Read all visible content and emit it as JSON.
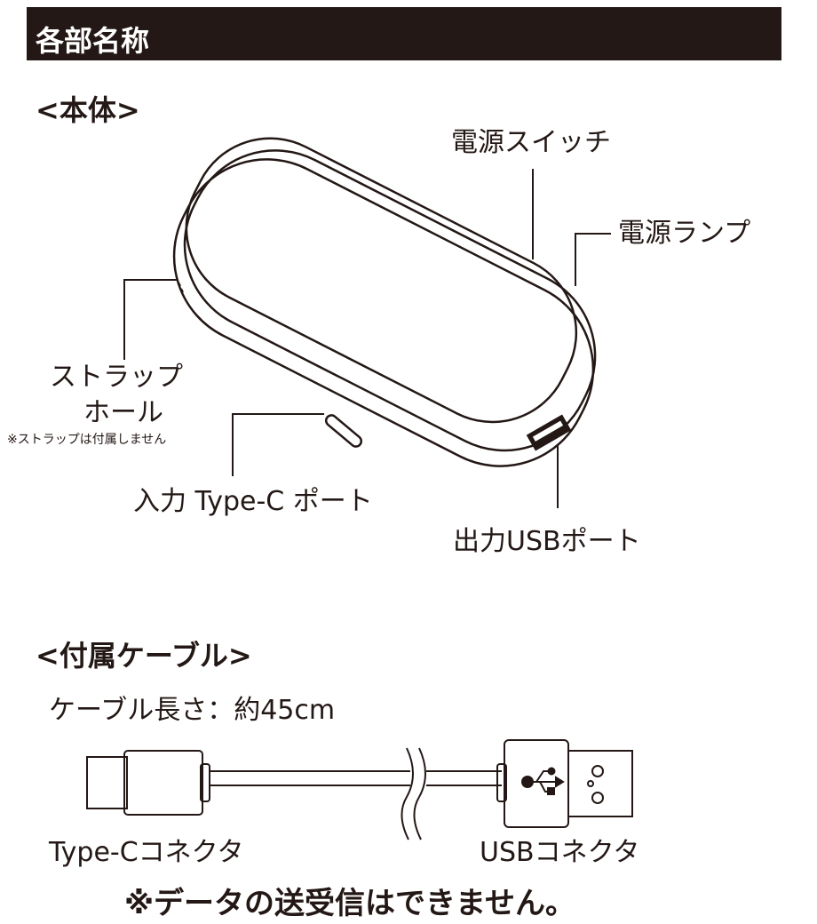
{
  "header": {
    "title": "各部名称"
  },
  "body_section": {
    "title": "<本体>",
    "labels": {
      "power_switch": "電源スイッチ",
      "power_lamp": "電源ランプ",
      "strap_hole_line1": "ストラップ",
      "strap_hole_line2": "ホール",
      "strap_note": "※ストラップは付属しません",
      "input_port": "入力 Type-C ポート",
      "output_port": "出力USBポート"
    }
  },
  "cable_section": {
    "title": "<付属ケーブル>",
    "length": "ケーブル長さ：約45cm",
    "typec_connector": "Type-Cコネクタ",
    "usb_connector": "USBコネクタ",
    "note": "※データの送受信はできません。"
  },
  "colors": {
    "ink": "#231815",
    "background": "#ffffff"
  }
}
